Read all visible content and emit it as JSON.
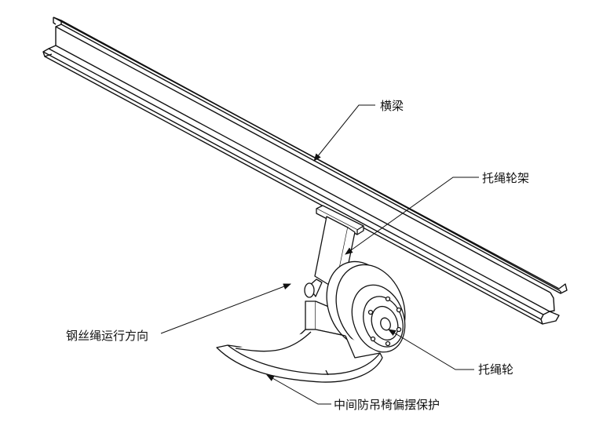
{
  "labels": {
    "crossbeam": "横梁",
    "rope_support_frame": "托绳轮架",
    "rope_direction": "钢丝绳运行方向",
    "rope_wheel": "托绳轮",
    "anti_swing_protection": "中间防吊椅偏摆保护"
  }
}
